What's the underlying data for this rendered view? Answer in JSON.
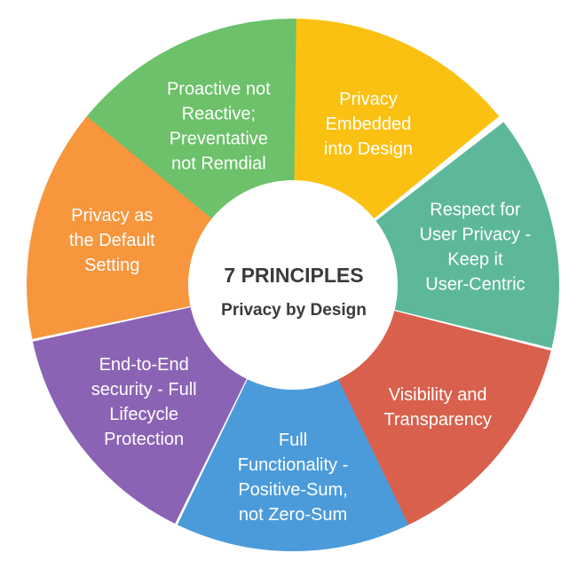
{
  "center": {
    "title": "7 PRINCIPLES",
    "subtitle": "Privacy by Design"
  },
  "segments": [
    {
      "id": "embedded",
      "lines": [
        "Privacy",
        "Embedded",
        "into Design"
      ],
      "color": "#FBC112",
      "text_color": "#2b2b2b"
    },
    {
      "id": "user-centric",
      "lines": [
        "Respect for",
        "User Privacy -",
        "Keep it",
        "User-Centric"
      ],
      "color": "#5DB89B",
      "text_color": "#ffffff"
    },
    {
      "id": "visibility",
      "lines": [
        "Visibility and",
        "Transparency"
      ],
      "color": "#D9604C",
      "text_color": "#ffffff"
    },
    {
      "id": "functionality",
      "lines": [
        "Full",
        "Functionality -",
        "Positive-Sum,",
        "not Zero-Sum"
      ],
      "color": "#4B9BDB",
      "text_color": "#ffffff"
    },
    {
      "id": "security",
      "lines": [
        "End-to-End",
        "security - Full",
        "Lifecycle",
        "Protection"
      ],
      "color": "#8A63B5",
      "text_color": "#ffffff"
    },
    {
      "id": "default",
      "lines": [
        "Privacy as",
        "the Default",
        "Setting"
      ],
      "color": "#F7963D",
      "text_color": "#2b2b2b"
    },
    {
      "id": "proactive",
      "lines": [
        "Proactive not",
        "Reactive;",
        "Preventative",
        "not Remdial"
      ],
      "color": "#6CC16A",
      "text_color": "#2b2b2b"
    }
  ]
}
